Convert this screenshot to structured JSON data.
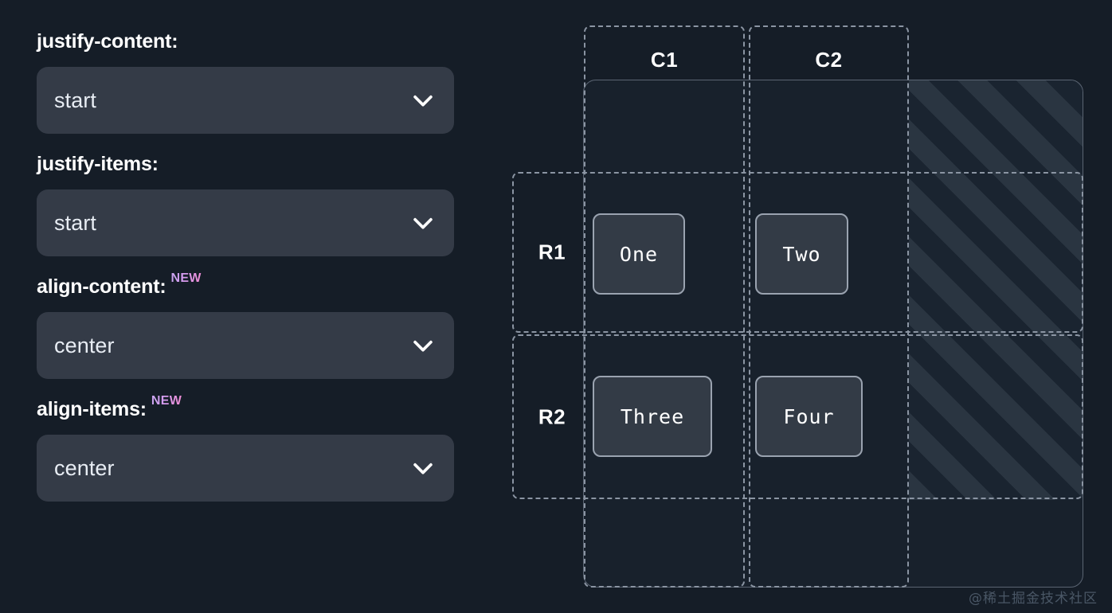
{
  "page": {
    "background_color": "#151d27",
    "watermark": "@稀土掘金技术社区"
  },
  "controls": {
    "fields": [
      {
        "label": "justify-content:",
        "is_new": false,
        "new_badge": "",
        "value": "start",
        "icon": "chevron-down-icon"
      },
      {
        "label": "justify-items:",
        "is_new": false,
        "new_badge": "",
        "value": "start",
        "icon": "chevron-down-icon"
      },
      {
        "label": "align-content:",
        "is_new": true,
        "new_badge": "NEW",
        "value": "center",
        "icon": "chevron-down-icon"
      },
      {
        "label": "align-items:",
        "is_new": true,
        "new_badge": "NEW",
        "value": "center",
        "icon": "chevron-down-icon"
      }
    ],
    "colors": {
      "select_background": "#343b47",
      "select_text": "#e8edf4",
      "label_text": "#ffffff",
      "badge_gradient_start": "#c9a6f0",
      "badge_gradient_end": "#f08ad0"
    }
  },
  "diagram": {
    "columns": [
      {
        "label": "C1"
      },
      {
        "label": "C2"
      }
    ],
    "rows": [
      {
        "label": "R1"
      },
      {
        "label": "R2"
      }
    ],
    "items": [
      {
        "label": "One",
        "row": "R1",
        "column": "C1"
      },
      {
        "label": "Two",
        "row": "R1",
        "column": "C2"
      },
      {
        "label": "Three",
        "row": "R2",
        "column": "C1"
      },
      {
        "label": "Four",
        "row": "R2",
        "column": "C2"
      }
    ],
    "free_space": {
      "pattern": "diagonal-hatch",
      "stripe_color": "#2a3541",
      "gap_color": "#1a2430"
    },
    "colors": {
      "container_border": "#5b6573",
      "container_background": "#18212c",
      "guide_dash": "#8b95a3",
      "item_background": "#333b46",
      "item_border": "#9aa3b0",
      "item_text": "#ffffff"
    }
  }
}
